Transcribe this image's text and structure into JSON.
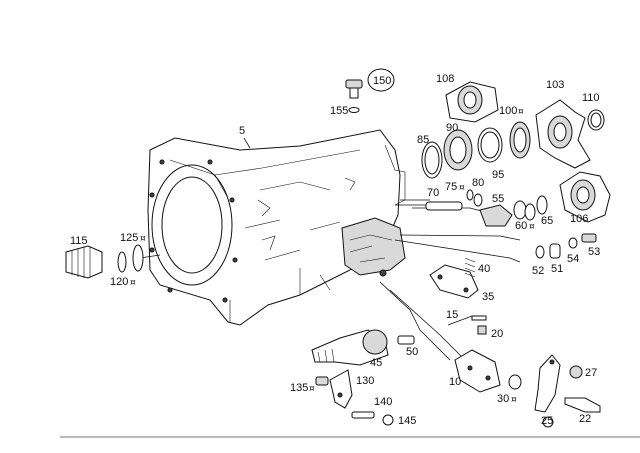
{
  "labels": {
    "p5": "5",
    "p10": "10",
    "p15": "15",
    "p20": "20",
    "p22": "22",
    "p25": "25",
    "p27": "27",
    "p30": "30",
    "p35": "35",
    "p40": "40",
    "p45": "45",
    "p50": "50",
    "p51": "51",
    "p52": "52",
    "p53": "53",
    "p54": "54",
    "p55": "55",
    "p60": "60",
    "p65": "65",
    "p70": "70",
    "p75": "75",
    "p80": "80",
    "p85": "85",
    "p90": "90",
    "p95": "95",
    "p100": "100",
    "p103": "103",
    "p106": "106",
    "p108": "108",
    "p110": "110",
    "p115": "115",
    "p120": "120",
    "p125": "125",
    "p130": "130",
    "p135": "135",
    "p140": "140",
    "p145": "145",
    "p150": "150",
    "p155": "155"
  },
  "marker_symbol": "¤"
}
